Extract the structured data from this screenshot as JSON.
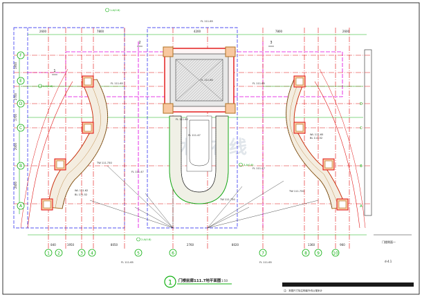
{
  "drawing": {
    "title": "门楼前廊111.7地平面图",
    "scale": "1:50",
    "number": "1",
    "side_label": "门楼侧面一",
    "sheet_code": "d-4.1",
    "watermark": "沐风在线",
    "note": "注：本图尺寸除注明者外均以毫米计"
  },
  "colors": {
    "axis": "#e01010",
    "section": "#e000e0",
    "outline": "#1a1aee",
    "dim": "#10b010",
    "detail": "#b07020"
  },
  "top_dims": [
    "7800",
    "4200",
    "7800",
    "2600"
  ],
  "top_dim_left": "2600",
  "bottom_dims": [
    "840",
    "1950",
    "8050",
    "2760",
    "8020",
    "1360",
    "960"
  ],
  "axis_left": [
    "F",
    "E",
    "D",
    "C",
    "B",
    "A"
  ],
  "axis_right": [
    "D",
    "C",
    "B",
    "A"
  ],
  "axis_bottom": [
    "1",
    "2",
    "3",
    "4",
    "5",
    "6",
    "7",
    "8",
    "9",
    "10"
  ],
  "left_dims": [
    "1950",
    "2700",
    "1700",
    "2000",
    "2600"
  ],
  "elevations": {
    "fl_top": "FL 111.65",
    "fl_left": "FL 111.65",
    "fl_right": "FL 111.65",
    "fl_bottom_left": "FL 111.65",
    "fl_bottom_right": "FL 111.65",
    "tw_left": "TW 111.730",
    "tw_right": "TW 111.730",
    "tw_center": "TW 111.730",
    "wl_left": "WL 111.62",
    "bl_left": "BL 111.52",
    "wl_right": "WL 111.65",
    "bl_right": "BL 111.52",
    "center_fl": "FL 111.47",
    "center_top": "FL 111.60",
    "pavilion": "FL 111.60",
    "right_mid": "FL 111.47",
    "left_mid": "FL 111.47"
  },
  "section_marks": [
    "1",
    "2",
    "3"
  ],
  "callouts": [
    "1-A(0.8)",
    "1-A(0.8)",
    "3-A(0.8)",
    "2-A(0.8)"
  ]
}
